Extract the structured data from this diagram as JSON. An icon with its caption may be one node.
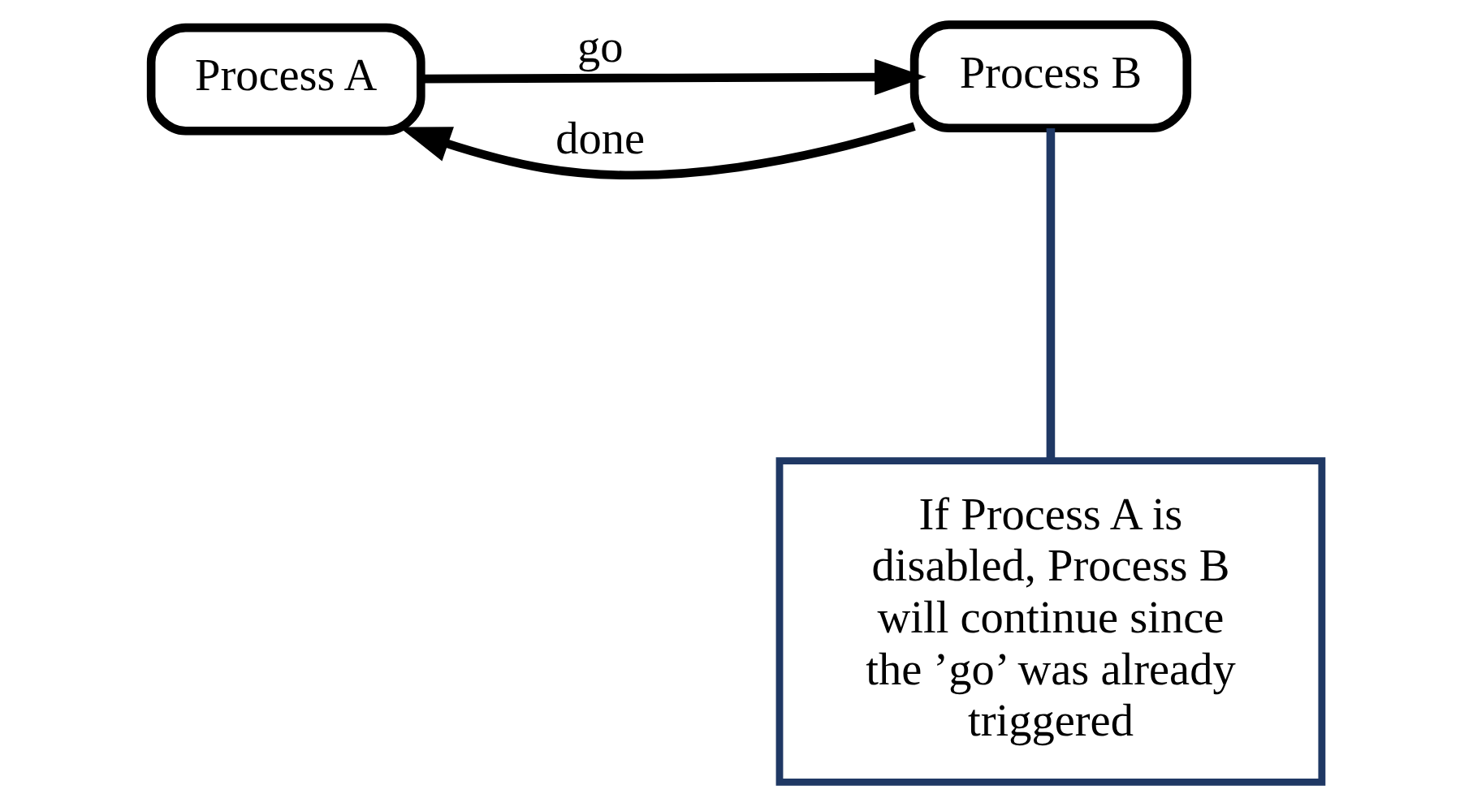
{
  "diagram": {
    "nodes": [
      {
        "text": [
          "Process A"
        ]
      },
      {
        "text": [
          "Process B"
        ]
      },
      {
        "text": [
          "If Process A is disabled, Process B will continue since the ’go’ was already triggered"
        ]
      }
    ],
    "edges": [
      {
        "from": 0,
        "to": 1,
        "arrow": "to",
        "label": "go"
      },
      {
        "from": 1,
        "to": 0,
        "arrow": "to",
        "label": "done"
      },
      {
        "from": 2,
        "to": 1,
        "arrow": "none",
        "color": "#1f3864"
      }
    ]
  }
}
